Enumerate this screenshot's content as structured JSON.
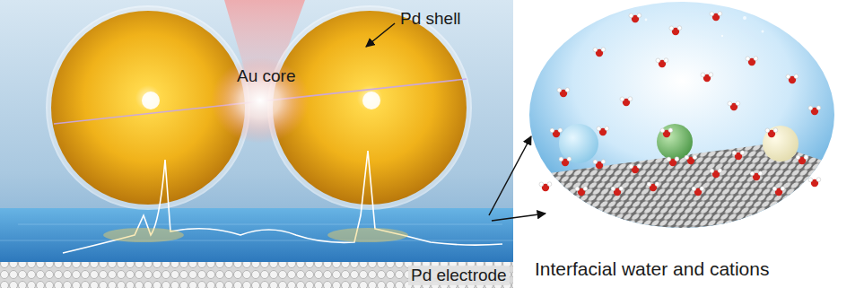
{
  "diagram": {
    "labels": [
      "Pd shell",
      "Au core",
      "Pd electrode",
      "Interfacial water and cations"
    ]
  }
}
